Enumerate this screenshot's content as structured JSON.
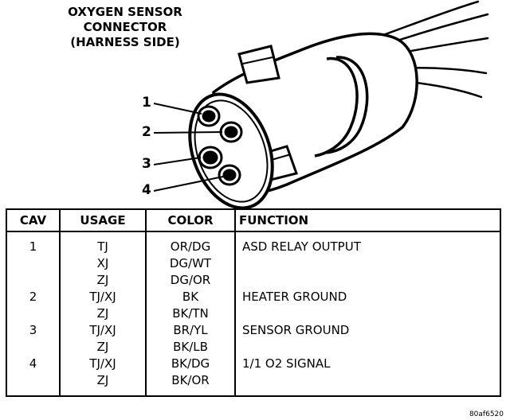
{
  "title": {
    "line1": "OXYGEN SENSOR",
    "line2": "CONNECTOR",
    "line3": "(HARNESS SIDE)"
  },
  "pins": [
    "1",
    "2",
    "3",
    "4"
  ],
  "table": {
    "headers": [
      "CAV",
      "USAGE",
      "COLOR",
      "FUNCTION"
    ],
    "rows": [
      {
        "cav": "1",
        "usage": "TJ",
        "color": "OR/DG",
        "function": "ASD RELAY OUTPUT"
      },
      {
        "cav": "",
        "usage": "XJ",
        "color": "DG/WT",
        "function": ""
      },
      {
        "cav": "",
        "usage": "ZJ",
        "color": "DG/OR",
        "function": ""
      },
      {
        "cav": "2",
        "usage": "TJ/XJ",
        "color": "BK",
        "function": "HEATER GROUND"
      },
      {
        "cav": "",
        "usage": "ZJ",
        "color": "BK/TN",
        "function": ""
      },
      {
        "cav": "3",
        "usage": "TJ/XJ",
        "color": "BR/YL",
        "function": "SENSOR GROUND"
      },
      {
        "cav": "",
        "usage": "ZJ",
        "color": "BK/LB",
        "function": ""
      },
      {
        "cav": "4",
        "usage": "TJ/XJ",
        "color": "BK/DG",
        "function": "1/1 O2 SIGNAL"
      },
      {
        "cav": "",
        "usage": "ZJ",
        "color": "BK/OR",
        "function": ""
      }
    ]
  },
  "figure_id": "80af6520"
}
